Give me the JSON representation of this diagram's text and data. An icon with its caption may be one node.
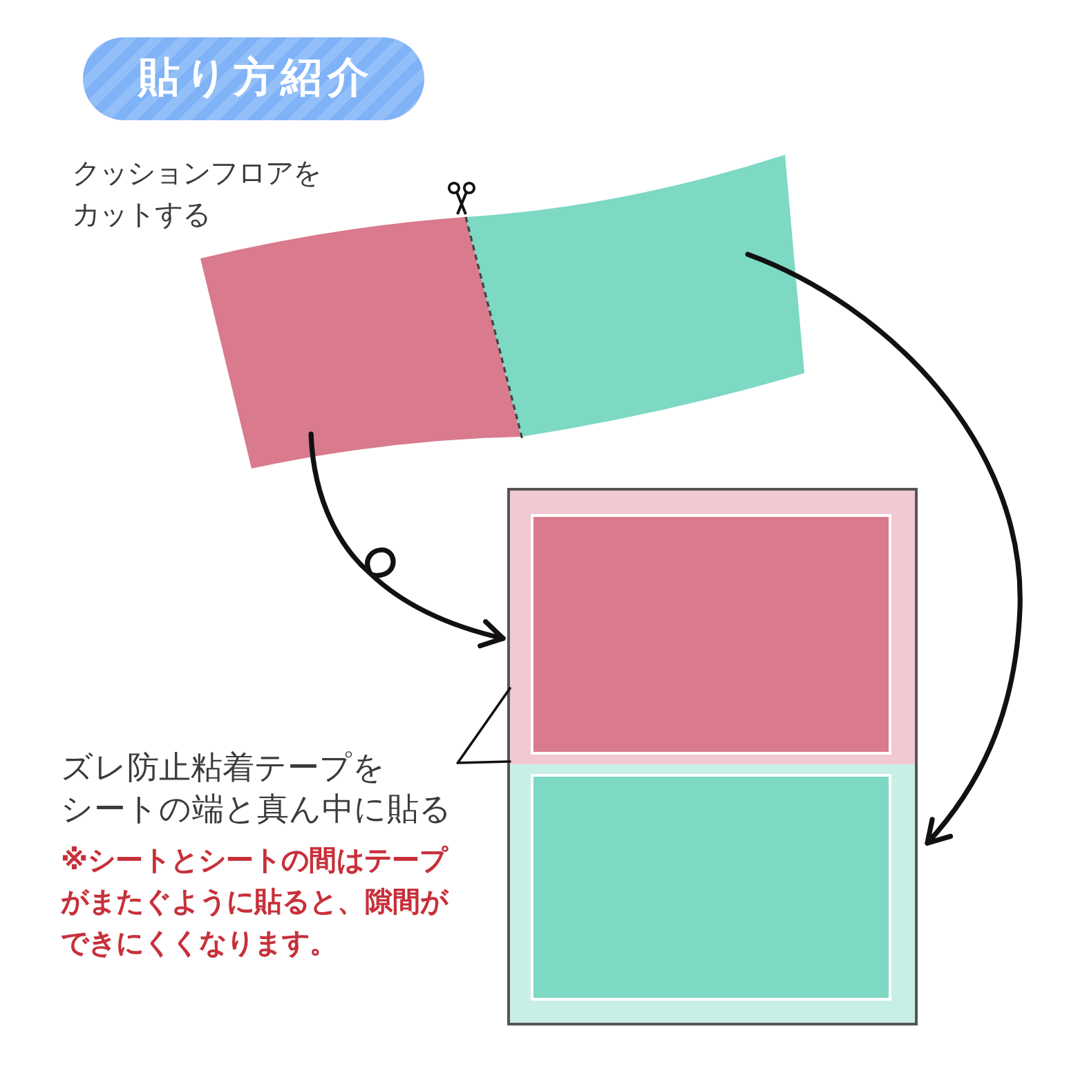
{
  "diagram": {
    "title": "貼り方紹介",
    "nodes": [
      {
        "text": [],
        "shape": "box"
      },
      {
        "text": [],
        "shape": "box"
      },
      {
        "text": [],
        "shape": "box"
      },
      {
        "text": [],
        "shape": "box",
        "in": 2
      },
      {
        "text": [],
        "shape": "box",
        "in": 3
      },
      {
        "text": [],
        "shape": "box",
        "in": 2
      },
      {
        "text": [],
        "shape": "box",
        "in": 5
      },
      {
        "text": [
          "ズレ防止粘着テープをシートの端と真ん中に貼る"
        ]
      }
    ],
    "edges": [
      {
        "from": 0,
        "to": 3,
        "arrow": "to",
        "style": "thick"
      },
      {
        "from": 1,
        "to": 5,
        "arrow": "to",
        "style": "thick"
      },
      {
        "from": 7,
        "to": 3,
        "arrow": "none"
      },
      {
        "from": 7,
        "to": 3,
        "arrow": "none"
      }
    ],
    "labels": [
      "クッションフロアをカットする",
      "※シートとシートの間はテープがまたぐように貼ると、隙間ができにくくなります。"
    ]
  }
}
